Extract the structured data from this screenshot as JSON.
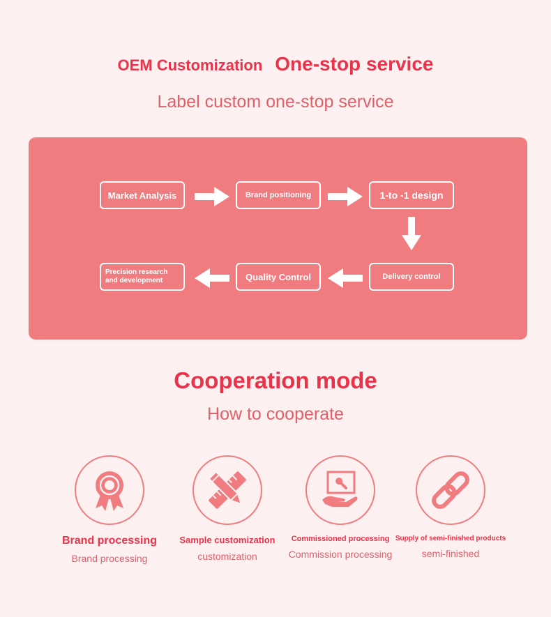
{
  "header": {
    "oem_label": "OEM Customization",
    "onestop_label": "One-stop service",
    "subtitle": "Label custom one-stop service"
  },
  "flow": {
    "steps": [
      "Market Analysis",
      "Brand positioning",
      "1-to -1 design",
      "Delivery control",
      "Quality Control",
      "Precision research and development"
    ],
    "colors": {
      "panel": "#f07c80",
      "box_border": "#ffffff",
      "arrow": "#ffffff"
    }
  },
  "cooperation": {
    "title": "Cooperation mode",
    "subtitle": "How to cooperate",
    "modes": [
      {
        "icon": "award-ribbon-icon",
        "title": "Brand processing",
        "sub": "Brand processing"
      },
      {
        "icon": "pencil-ruler-icon",
        "title": "Sample customization",
        "sub": "customization"
      },
      {
        "icon": "hand-service-icon",
        "title": "Commissioned processing",
        "sub": "Commission processing"
      },
      {
        "icon": "chain-link-icon",
        "title": "Supply of semi-finished products",
        "sub": "semi-finished"
      }
    ]
  },
  "colors": {
    "accent": "#e8334a",
    "soft_text": "#e0606a",
    "background": "#fdf0f0"
  }
}
